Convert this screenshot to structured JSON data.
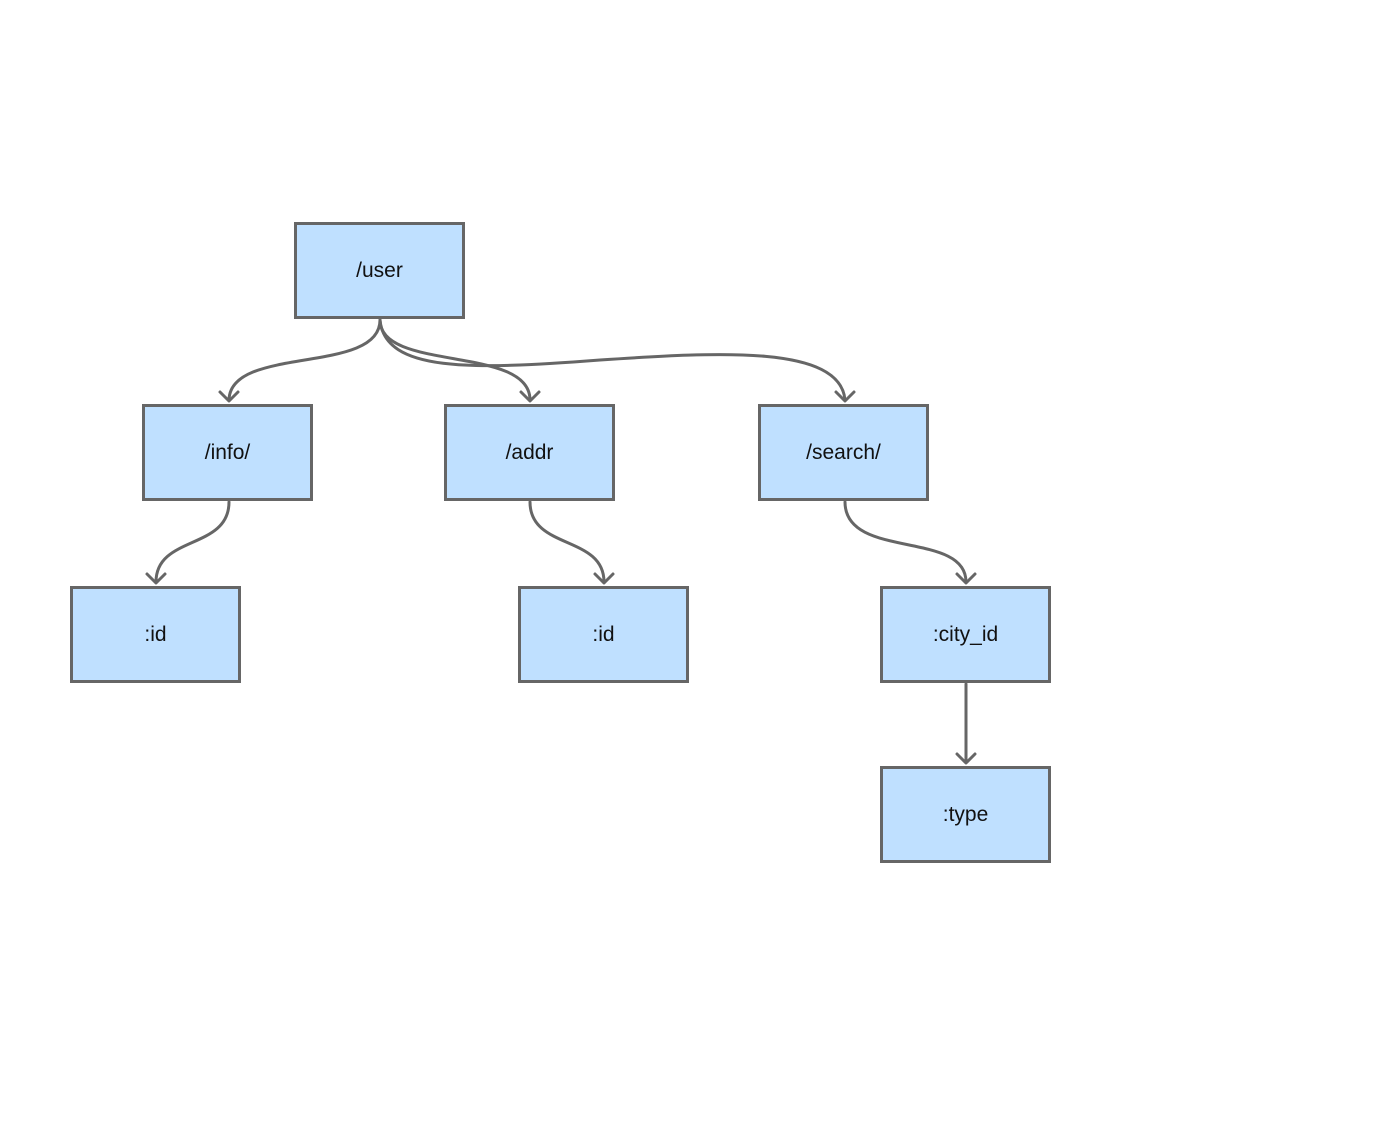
{
  "diagram": {
    "colors": {
      "node_fill": "#bfe0ff",
      "node_border": "#666666",
      "edge": "#666666",
      "text": "#111111",
      "background": "#ffffff"
    },
    "nodes": {
      "user": "/user",
      "info": "/info/",
      "addr": "/addr",
      "search": "/search/",
      "info_id": ":id",
      "addr_id": ":id",
      "city_id": ":city_id",
      "type": ":type"
    },
    "edges": [
      {
        "from": "/user",
        "to": "/info/"
      },
      {
        "from": "/user",
        "to": "/addr"
      },
      {
        "from": "/user",
        "to": "/search/"
      },
      {
        "from": "/info/",
        "to": ":id"
      },
      {
        "from": "/addr",
        "to": ":id"
      },
      {
        "from": "/search/",
        "to": ":city_id"
      },
      {
        "from": ":city_id",
        "to": ":type"
      }
    ]
  }
}
